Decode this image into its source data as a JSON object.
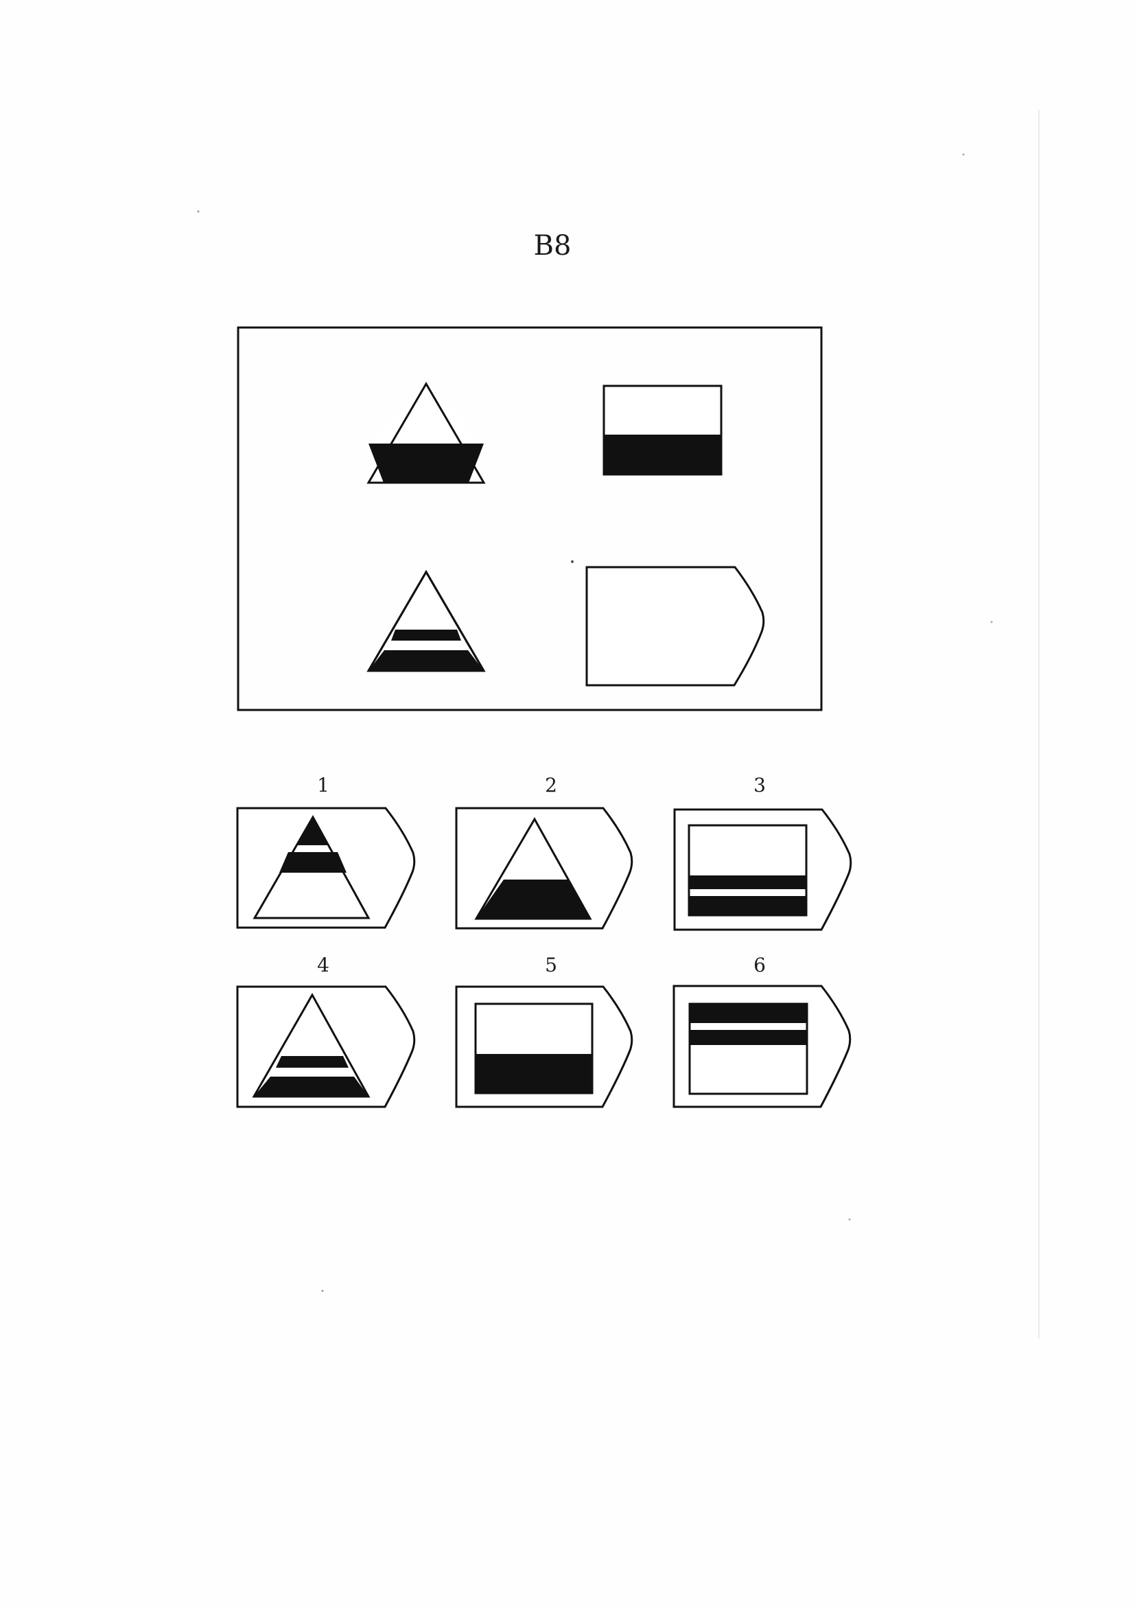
{
  "title": "B8",
  "options": [
    {
      "label": "1"
    },
    {
      "label": "2"
    },
    {
      "label": "3"
    },
    {
      "label": "4"
    },
    {
      "label": "5"
    },
    {
      "label": "6"
    }
  ],
  "colors": {
    "ink": "#111111",
    "paper": "#ffffff"
  }
}
